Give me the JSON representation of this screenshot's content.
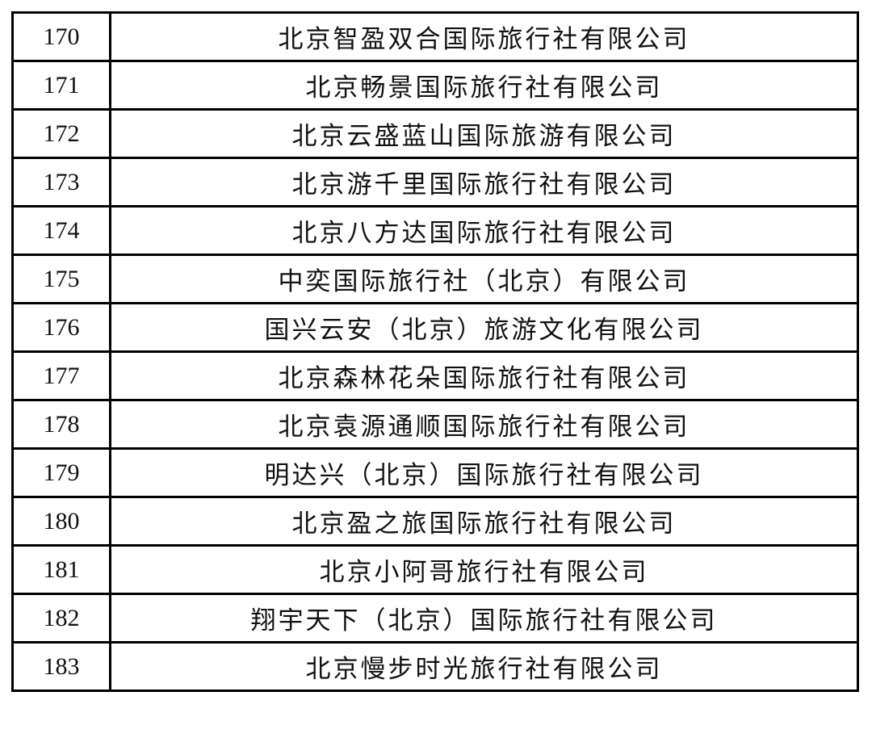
{
  "rows": [
    {
      "no": "170",
      "name": "北京智盈双合国际旅行社有限公司"
    },
    {
      "no": "171",
      "name": "北京畅景国际旅行社有限公司"
    },
    {
      "no": "172",
      "name": "北京云盛蓝山国际旅游有限公司"
    },
    {
      "no": "173",
      "name": "北京游千里国际旅行社有限公司"
    },
    {
      "no": "174",
      "name": "北京八方达国际旅行社有限公司"
    },
    {
      "no": "175",
      "name": "中奕国际旅行社（北京）有限公司"
    },
    {
      "no": "176",
      "name": "国兴云安（北京）旅游文化有限公司"
    },
    {
      "no": "177",
      "name": "北京森林花朵国际旅行社有限公司"
    },
    {
      "no": "178",
      "name": "北京袁源通顺国际旅行社有限公司"
    },
    {
      "no": "179",
      "name": "明达兴（北京）国际旅行社有限公司"
    },
    {
      "no": "180",
      "name": "北京盈之旅国际旅行社有限公司"
    },
    {
      "no": "181",
      "name": "北京小阿哥旅行社有限公司"
    },
    {
      "no": "182",
      "name": "翔宇天下（北京）国际旅行社有限公司"
    },
    {
      "no": "183",
      "name": "北京慢步时光旅行社有限公司"
    }
  ]
}
